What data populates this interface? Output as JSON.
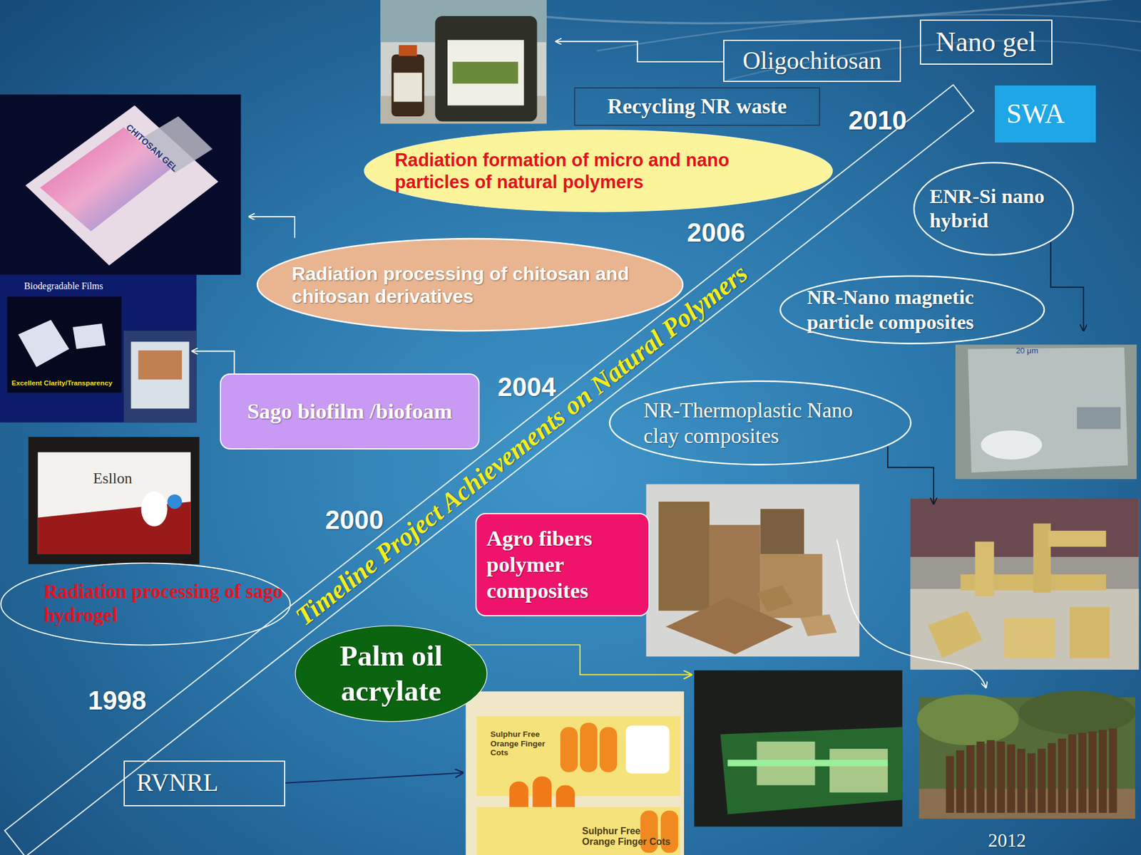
{
  "diagram": {
    "nodes": [
      {
        "text": [
          "Timeline Project Achievements on Natural Polymers"
        ]
      },
      {
        "text": [
          "Nano gel"
        ]
      },
      {
        "text": [
          "Oligochitosan"
        ]
      },
      {
        "text": [
          "Recycling NR waste"
        ]
      },
      {
        "text": [
          "SWA"
        ]
      },
      {
        "text": [
          "Radiation formation of micro and nano particles of natural polymers"
        ]
      },
      {
        "text": [
          "ENR-Si nano hybrid"
        ]
      },
      {
        "text": [
          "Radiation processing of chitosan and chitosan derivatives"
        ]
      },
      {
        "text": [
          "NR-Nano magnetic particle composites"
        ]
      },
      {
        "text": [
          "Sago biofilm /biofoam"
        ]
      },
      {
        "text": [
          "NR-Thermoplastic Nano clay composites"
        ]
      },
      {
        "text": [
          "Agro fibers polymer composites"
        ]
      },
      {
        "text": [
          "Radiation processing of sago hydrogel"
        ]
      },
      {
        "text": [
          "Palm oil acrylate"
        ]
      },
      {
        "text": [
          "RVNRL"
        ]
      }
    ],
    "labels": [
      "1998",
      "2000",
      "2004",
      "2006",
      "2010",
      "2012",
      "CHITOSAN GEL",
      "Biodegradable Films",
      "Excellent Clarity/Transparency",
      "Esllon",
      "Sulphur Free Orange Finger Cots",
      "Sulphur Free Orange Finger Cots",
      "20 μm"
    ]
  }
}
